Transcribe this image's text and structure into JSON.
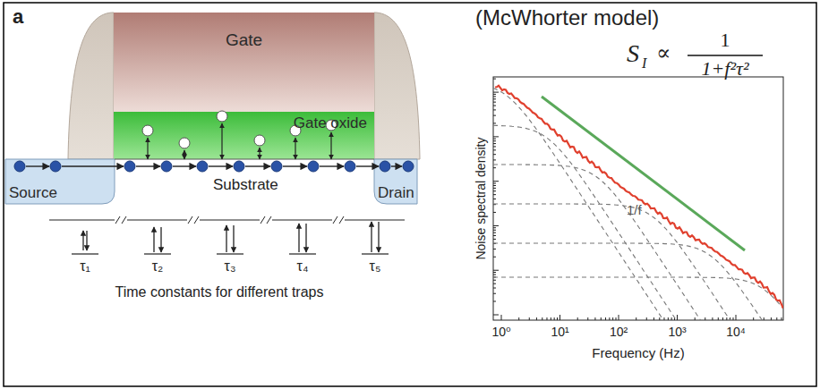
{
  "diagram": {
    "nodes": [
      {
        "text": [
          "Gate"
        ]
      },
      {
        "text": [
          "Gate oxide"
        ]
      },
      {
        "text": [
          "Source"
        ]
      },
      {
        "text": [
          "Drain"
        ]
      }
    ],
    "labels": [
      "a",
      "Substrate",
      "τ₁",
      "τ₂",
      "τ₃",
      "τ₄",
      "τ₅",
      "Time constants for different traps",
      "(McWhorter model)",
      "S",
      "I",
      "∝",
      "1",
      "1+f²τ²",
      "1/f",
      "Noise spectral density",
      "10⁰",
      "10¹",
      "10²",
      "10³",
      "10⁴",
      "Frequency (Hz)"
    ]
  }
}
